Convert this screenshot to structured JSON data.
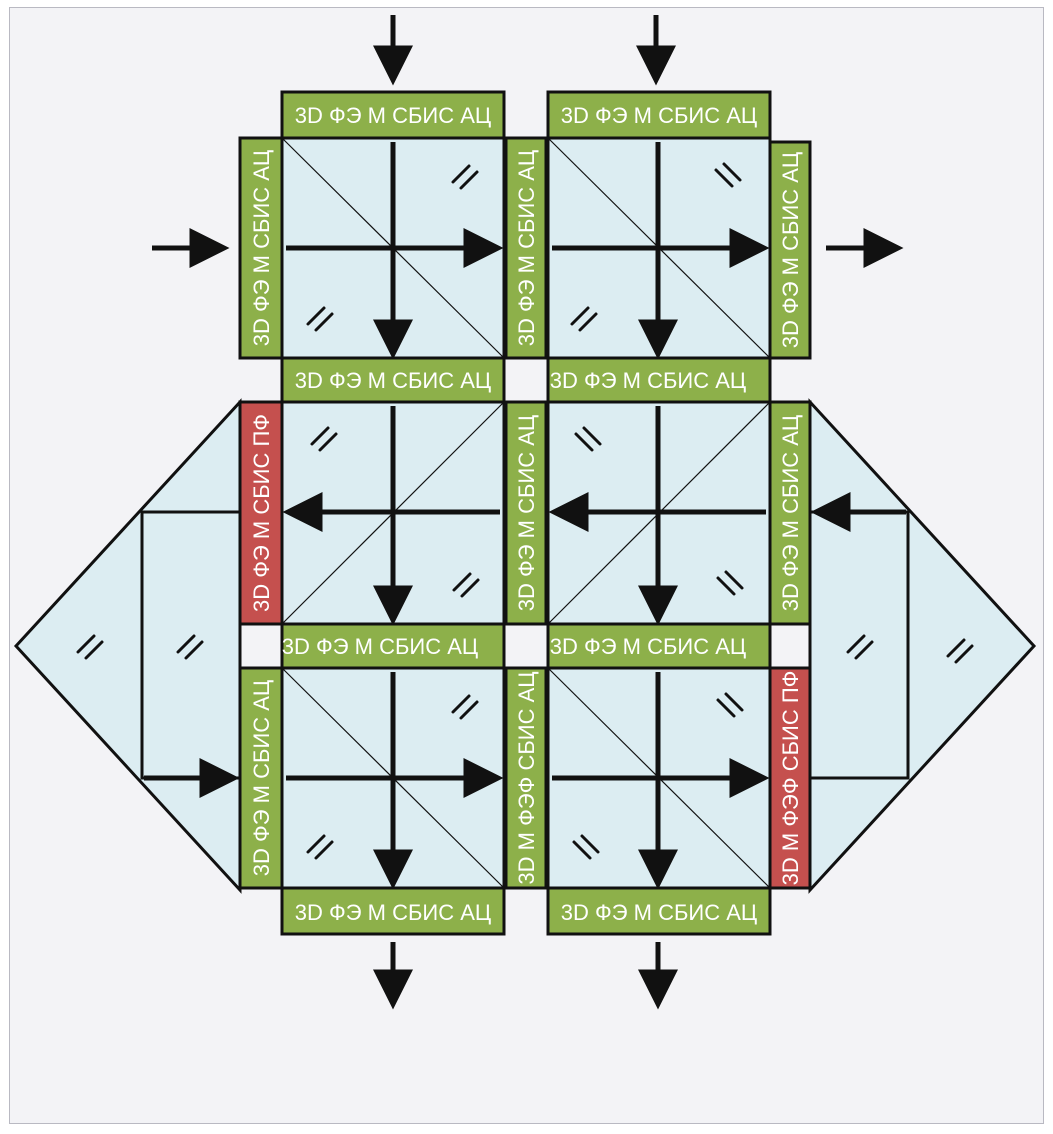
{
  "labels": {
    "top_left": "3D ФЭ М СБИС АЦ",
    "top_right": "3D ФЭ М СБИС АЦ",
    "mid1_left": "3D ФЭ М СБИС АЦ",
    "mid1_right": "3D ФЭ М СБИС АЦ",
    "mid2_left": "3D ФЭ М СБИС АЦ",
    "mid2_right": "3D ФЭ М СБИС АЦ",
    "bottom_left": "3D ФЭ М СБИС АЦ",
    "bottom_right": "3D ФЭ М СБИС АЦ",
    "v_row1_left": "3D ФЭ М СБИС АЦ",
    "v_row1_mid": "3D ФЭ М СБИС АЦ",
    "v_row1_right": "3D ФЭ М СБИС АЦ",
    "v_row2_left": "3D ФЭ М СБИС ПФ",
    "v_row2_mid": "3D ФЭ М СБИС АЦ",
    "v_row2_right": "3D ФЭ М СБИС АЦ",
    "v_row3_left": "3D ФЭ М СБИС АЦ",
    "v_row3_mid": "3D М ФЭФ СБИС АЦ",
    "v_row3_right": "3D М ФЭФ СБИС ПФ"
  },
  "colors": {
    "green": "#8db04a",
    "red": "#c5504e",
    "cell": "#dcedf2",
    "stroke": "#111111",
    "background": "#f3f3f6"
  }
}
